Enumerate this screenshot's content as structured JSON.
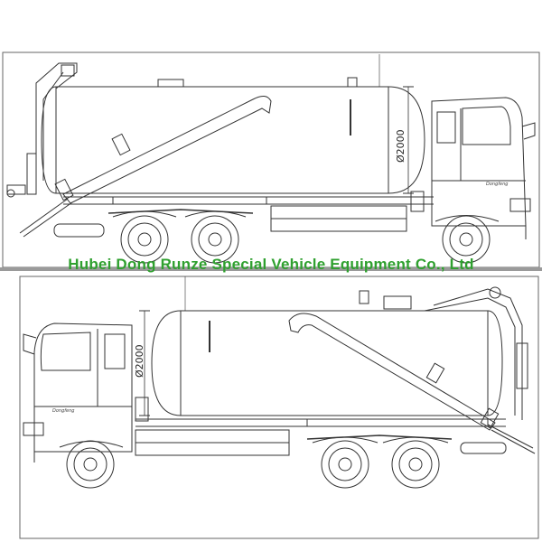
{
  "watermark": "Hubei Dong Runze Special Vehicle Equipment Co., Ltd",
  "views": [
    {
      "name": "left-side-view",
      "tank_dimension": "Ø2000",
      "door_text": "Dongfeng"
    },
    {
      "name": "right-side-view",
      "tank_dimension": "Ø2000",
      "door_text": "Dongfeng"
    }
  ],
  "colors": {
    "line": "#333333",
    "watermark": "#2fa02f",
    "separator": "#9a9a9a"
  }
}
